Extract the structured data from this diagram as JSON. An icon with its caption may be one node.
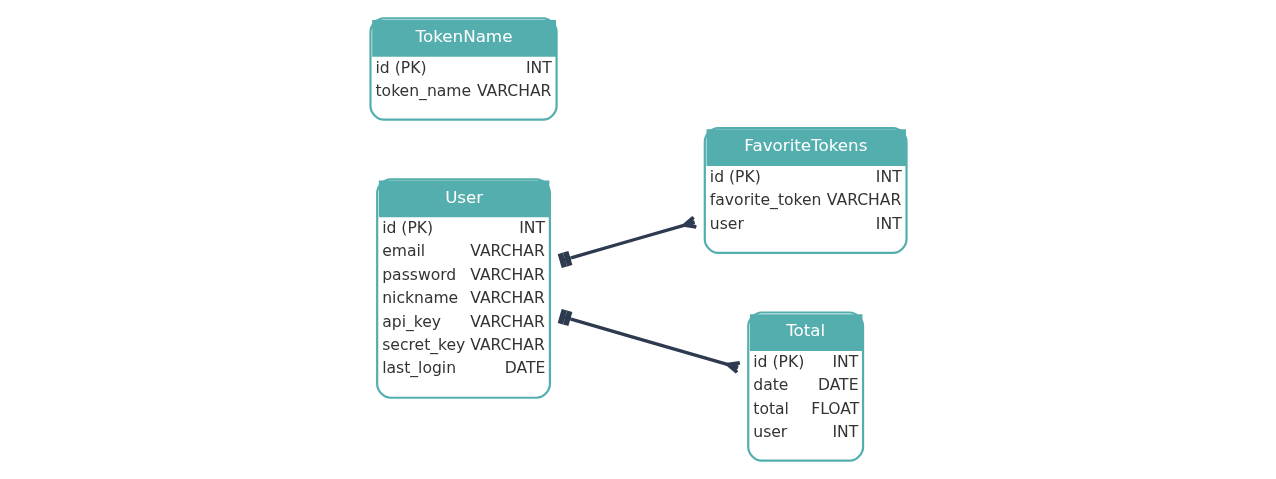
{
  "diagram": {
    "nodes": [
      {
        "text": [
          "User",
          "id (PK)",
          "INT",
          "email",
          "VARCHAR",
          "password",
          "VARCHAR",
          "nickname",
          "VARCHAR",
          "api_key",
          "VARCHAR",
          "secret_key",
          "VARCHAR",
          "last_login",
          "DATE"
        ]
      },
      {
        "text": [
          "FavoriteTokens",
          "id (PK)",
          "INT",
          "favorite_token",
          "VARCHAR",
          "user",
          "INT"
        ]
      },
      {
        "text": [
          "Total",
          "id (PK)",
          "INT",
          "date",
          "DATE",
          "total",
          "FLOAT",
          "user",
          "INT"
        ]
      },
      {
        "text": [
          "TokenName",
          "id (PK)",
          "INT",
          "token_name",
          "VARCHAR"
        ]
      }
    ],
    "edges": [
      {
        "from": 0,
        "to": 1,
        "arrow": "other"
      },
      {
        "from": 0,
        "to": 2,
        "arrow": "other"
      }
    ]
  }
}
